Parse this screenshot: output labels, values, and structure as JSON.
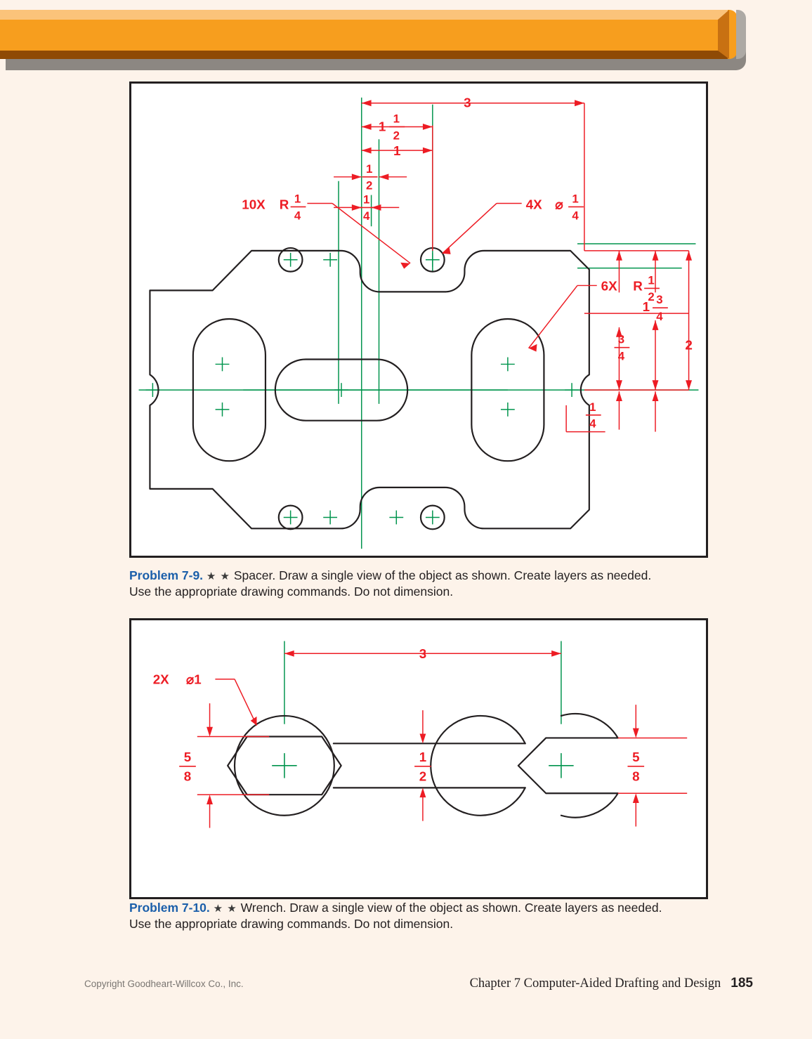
{
  "page": {
    "background_color": "#FDF3EA",
    "banner_color": "#F79E1E",
    "accent_blue": "#1B5FAA",
    "dimension_color": "#ED1C24",
    "centerline_color": "#00944D",
    "object_color": "#231F20"
  },
  "figures": [
    {
      "id": "figure-problem-7-9",
      "subject": "Spacer",
      "annotations": [
        {
          "name": "overall-width",
          "text": "3"
        },
        {
          "name": "dim-1-1-2",
          "whole": "1",
          "num": "1",
          "den": "2"
        },
        {
          "name": "dim-1",
          "text": "1"
        },
        {
          "name": "dim-1-2",
          "num": "1",
          "den": "2"
        },
        {
          "name": "dim-1-4-top",
          "num": "1",
          "den": "4"
        },
        {
          "name": "radius-note-10x",
          "prefix": "10X",
          "symbol": "R",
          "num": "1",
          "den": "4"
        },
        {
          "name": "hole-note-4x",
          "prefix": "4X",
          "symbol": "⌀",
          "num": "1",
          "den": "4"
        },
        {
          "name": "radius-note-6x",
          "prefix": "6X",
          "symbol": "R",
          "num": "1",
          "den": "2"
        },
        {
          "name": "dim-1-3-4",
          "whole": "1",
          "num": "3",
          "den": "4"
        },
        {
          "name": "dim-3-4",
          "num": "3",
          "den": "4"
        },
        {
          "name": "overall-height",
          "text": "2"
        },
        {
          "name": "dim-1-4-right",
          "num": "1",
          "den": "4"
        }
      ]
    },
    {
      "id": "figure-problem-7-10",
      "subject": "Wrench",
      "annotations": [
        {
          "name": "hole-note-2x",
          "prefix": "2X",
          "symbol": "⌀1"
        },
        {
          "name": "overall-length",
          "text": "3"
        },
        {
          "name": "dim-5-8-left",
          "num": "5",
          "den": "8"
        },
        {
          "name": "dim-1-2-handle",
          "num": "1",
          "den": "2"
        },
        {
          "name": "dim-5-8-right",
          "num": "5",
          "den": "8"
        }
      ]
    }
  ],
  "captions": [
    {
      "label": "Problem 7-9.",
      "stars": "★ ★",
      "line1": "Spacer. Draw a single view of the object as shown. Create layers as needed.",
      "line2": "Use the appropriate drawing commands. Do not dimension."
    },
    {
      "label": "Problem 7-10.",
      "stars": "★ ★",
      "line1": "Wrench. Draw a single view of the object as shown. Create layers as needed.",
      "line2": "Use the appropriate drawing commands. Do not dimension."
    }
  ],
  "footer": {
    "copyright": "Copyright Goodheart-Willcox Co., Inc.",
    "chapter": "Chapter 7  Computer-Aided Drafting and Design",
    "page_number": "185"
  },
  "chart_data": {
    "type": "table",
    "title": "Technical drawing dimension callouts",
    "spacer_dimensions": {
      "overall_width": 3,
      "overall_height": 2,
      "notch_width_half": 1.5,
      "inner_width": 1,
      "half_dim": 0.5,
      "quarter_dim": 0.25,
      "upper_height": 1.75,
      "lower_height": 0.75,
      "bottom_offset": 0.25,
      "fillet_radius_count": "10X R1/4",
      "hole_count": "4X ⌀1/4",
      "slot_radius_count": "6X R1/2"
    },
    "wrench_dimensions": {
      "overall_length": 3,
      "head_diameter": "2X ⌀1",
      "head_width": 0.625,
      "handle_width": 0.5
    }
  }
}
